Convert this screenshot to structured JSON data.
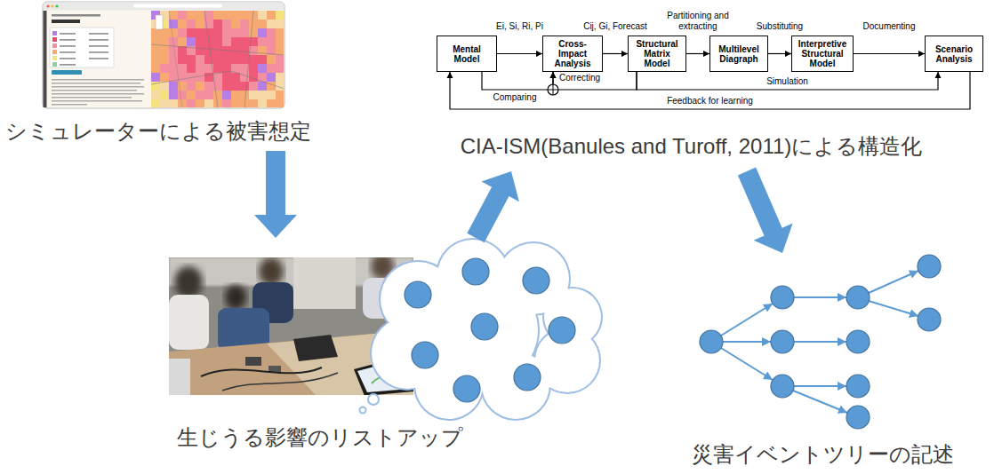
{
  "diagram": {
    "nodes": [
      {
        "text": [
          "シミュレーターによる被害想定"
        ]
      },
      {
        "text": [
          "生じうる影響のリストアップ"
        ]
      },
      {
        "text": [
          "CIA-ISM(Banules and Turoff, 2011)による構造化"
        ]
      },
      {
        "text": [
          "Mental Model"
        ],
        "in": 2
      },
      {
        "text": [
          "Cross-Impact Analysis"
        ],
        "in": 2
      },
      {
        "text": [
          "Structural Matrix Model"
        ],
        "in": 2
      },
      {
        "text": [
          "Multilevel Diagraph"
        ],
        "in": 2
      },
      {
        "text": [
          "Interpretive Structural Model"
        ],
        "in": 2
      },
      {
        "text": [
          "Scenario Analysis"
        ],
        "in": 2
      },
      {
        "text": [
          "災害イベントツリーの記述"
        ]
      }
    ],
    "edges": [
      {
        "from": 0,
        "to": 1,
        "arrow": "to"
      },
      {
        "from": 1,
        "to": 2,
        "arrow": "to"
      },
      {
        "from": 2,
        "to": 9,
        "arrow": "to"
      },
      {
        "from": 3,
        "to": 4,
        "label": "Ei, Si, Ri, Pi",
        "arrow": "to"
      },
      {
        "from": 4,
        "to": 5,
        "label": "Cij, Gi, Forecast",
        "arrow": "to"
      },
      {
        "from": 5,
        "to": 6,
        "label": "Partitioning and extracting",
        "arrow": "to"
      },
      {
        "from": 6,
        "to": 7,
        "label": "Substituting",
        "arrow": "to"
      },
      {
        "from": 7,
        "to": 8,
        "label": "Documenting",
        "arrow": "to"
      },
      {
        "from": 3,
        "to": 4,
        "label": "Comparing",
        "arrow": "to"
      },
      {
        "from": 5,
        "to": 4,
        "label": "Correcting",
        "arrow": "to"
      },
      {
        "from": 5,
        "to": 8,
        "label": "Simulation",
        "arrow": "to"
      },
      {
        "from": 8,
        "to": 3,
        "label": "Feedback for learning",
        "arrow": "to"
      }
    ]
  }
}
